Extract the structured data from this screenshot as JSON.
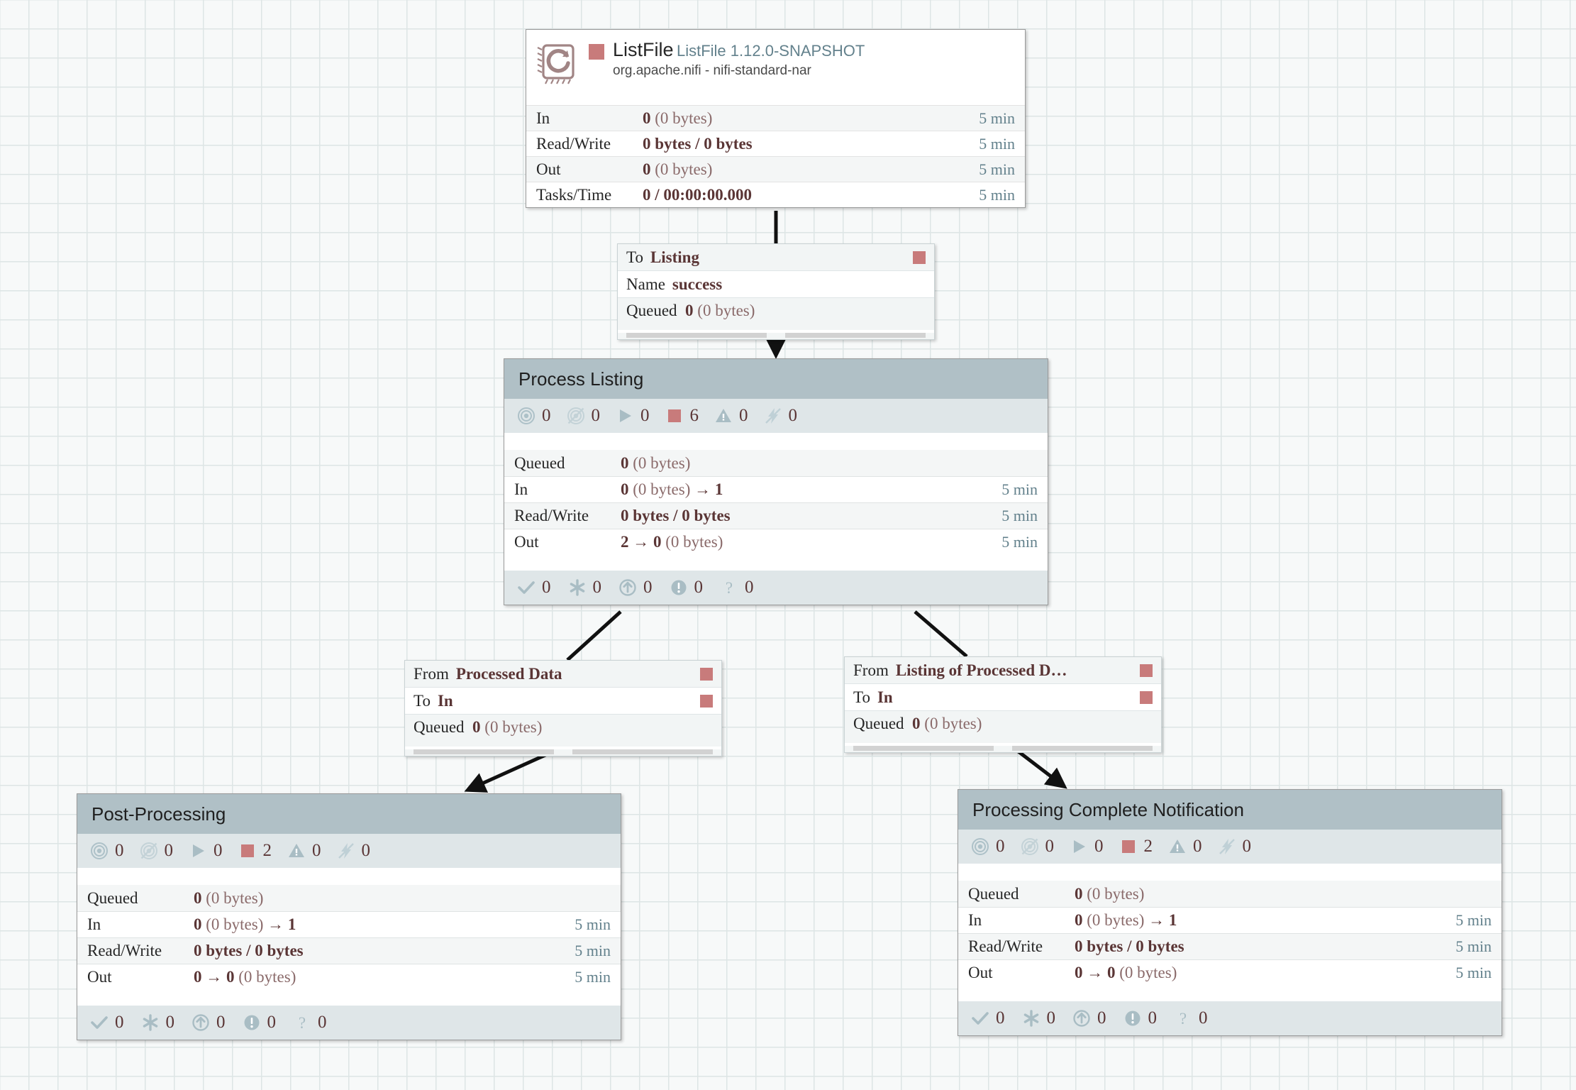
{
  "canvas": {
    "background_color": "#f7f9f9",
    "grid_color": "#dde5e5",
    "accent_red": "#c87b7b",
    "banner_color": "#b0c0c6",
    "stat_value_color": "#5a3535",
    "time_color": "#63818c"
  },
  "processor": {
    "name": "ListFile",
    "type": "ListFile 1.12.0-SNAPSHOT",
    "bundle": "org.apache.nifi - nifi-standard-nar",
    "icon": "processor-chip-icon",
    "run_status_icon": "stopped-square-icon",
    "stats": [
      {
        "label": "In",
        "value": "0",
        "suffix": "(0 bytes)",
        "time": "5 min"
      },
      {
        "label": "Read/Write",
        "value": "0 bytes / 0 bytes",
        "suffix": "",
        "time": "5 min"
      },
      {
        "label": "Out",
        "value": "0",
        "suffix": "(0 bytes)",
        "time": "5 min"
      },
      {
        "label": "Tasks/Time",
        "value": "0 / 00:00:00.000",
        "suffix": "",
        "time": "5 min"
      }
    ]
  },
  "connections": [
    {
      "id": "listfile-to-listing",
      "rows": [
        {
          "key": "To",
          "value": "Listing",
          "square": true
        },
        {
          "key": "Name",
          "value": "success",
          "square": false
        }
      ],
      "queued_label": "Queued",
      "queued_count": "0",
      "queued_size": "(0 bytes)"
    },
    {
      "id": "processed-data-to-in",
      "rows": [
        {
          "key": "From",
          "value": "Processed Data",
          "square": true
        },
        {
          "key": "To",
          "value": "In",
          "square": true
        }
      ],
      "queued_label": "Queued",
      "queued_count": "0",
      "queued_size": "(0 bytes)"
    },
    {
      "id": "listing-of-processed-to-in",
      "rows": [
        {
          "key": "From",
          "value": "Listing of Processed D…",
          "square": true
        },
        {
          "key": "To",
          "value": "In",
          "square": true
        }
      ],
      "queued_label": "Queued",
      "queued_count": "0",
      "queued_size": "(0 bytes)"
    }
  ],
  "process_groups": [
    {
      "id": "process-listing",
      "title": "Process Listing",
      "counts": [
        {
          "icon": "transmitting-icon",
          "value": "0"
        },
        {
          "icon": "not-transmitting-icon",
          "value": "0"
        },
        {
          "icon": "running-icon",
          "value": "0"
        },
        {
          "icon": "stopped-icon",
          "value": "6"
        },
        {
          "icon": "invalid-warning-icon",
          "value": "0"
        },
        {
          "icon": "disabled-icon",
          "value": "0"
        }
      ],
      "stats": [
        {
          "label": "Queued",
          "value": "0",
          "suffix": "(0 bytes)",
          "time": ""
        },
        {
          "label": "In",
          "value": "0",
          "suffix": "(0 bytes)",
          "arrow": "→ 1",
          "time": "5 min"
        },
        {
          "label": "Read/Write",
          "value": "0 bytes / 0 bytes",
          "suffix": "",
          "time": "5 min"
        },
        {
          "label": "Out",
          "value": "2 → 0",
          "suffix": "(0 bytes)",
          "time": "5 min"
        }
      ],
      "version_counts": [
        {
          "icon": "up-to-date-icon",
          "value": "0"
        },
        {
          "icon": "locally-modified-icon",
          "value": "0"
        },
        {
          "icon": "stale-icon",
          "value": "0"
        },
        {
          "icon": "sync-failure-icon",
          "value": "0"
        },
        {
          "icon": "unknown-version-icon",
          "value": "0"
        }
      ]
    },
    {
      "id": "post-processing",
      "title": "Post-Processing",
      "counts": [
        {
          "icon": "transmitting-icon",
          "value": "0"
        },
        {
          "icon": "not-transmitting-icon",
          "value": "0"
        },
        {
          "icon": "running-icon",
          "value": "0"
        },
        {
          "icon": "stopped-icon",
          "value": "2"
        },
        {
          "icon": "invalid-warning-icon",
          "value": "0"
        },
        {
          "icon": "disabled-icon",
          "value": "0"
        }
      ],
      "stats": [
        {
          "label": "Queued",
          "value": "0",
          "suffix": "(0 bytes)",
          "time": ""
        },
        {
          "label": "In",
          "value": "0",
          "suffix": "(0 bytes)",
          "arrow": "→ 1",
          "time": "5 min"
        },
        {
          "label": "Read/Write",
          "value": "0 bytes / 0 bytes",
          "suffix": "",
          "time": "5 min"
        },
        {
          "label": "Out",
          "value": "0 → 0",
          "suffix": "(0 bytes)",
          "time": "5 min"
        }
      ],
      "version_counts": [
        {
          "icon": "up-to-date-icon",
          "value": "0"
        },
        {
          "icon": "locally-modified-icon",
          "value": "0"
        },
        {
          "icon": "stale-icon",
          "value": "0"
        },
        {
          "icon": "sync-failure-icon",
          "value": "0"
        },
        {
          "icon": "unknown-version-icon",
          "value": "0"
        }
      ]
    },
    {
      "id": "processing-complete-notification",
      "title": "Processing Complete Notification",
      "counts": [
        {
          "icon": "transmitting-icon",
          "value": "0"
        },
        {
          "icon": "not-transmitting-icon",
          "value": "0"
        },
        {
          "icon": "running-icon",
          "value": "0"
        },
        {
          "icon": "stopped-icon",
          "value": "2"
        },
        {
          "icon": "invalid-warning-icon",
          "value": "0"
        },
        {
          "icon": "disabled-icon",
          "value": "0"
        }
      ],
      "stats": [
        {
          "label": "Queued",
          "value": "0",
          "suffix": "(0 bytes)",
          "time": ""
        },
        {
          "label": "In",
          "value": "0",
          "suffix": "(0 bytes)",
          "arrow": "→ 1",
          "time": "5 min"
        },
        {
          "label": "Read/Write",
          "value": "0 bytes / 0 bytes",
          "suffix": "",
          "time": "5 min"
        },
        {
          "label": "Out",
          "value": "0 → 0",
          "suffix": "(0 bytes)",
          "time": "5 min"
        }
      ],
      "version_counts": [
        {
          "icon": "up-to-date-icon",
          "value": "0"
        },
        {
          "icon": "locally-modified-icon",
          "value": "0"
        },
        {
          "icon": "stale-icon",
          "value": "0"
        },
        {
          "icon": "sync-failure-icon",
          "value": "0"
        },
        {
          "icon": "unknown-version-icon",
          "value": "0"
        }
      ]
    }
  ]
}
